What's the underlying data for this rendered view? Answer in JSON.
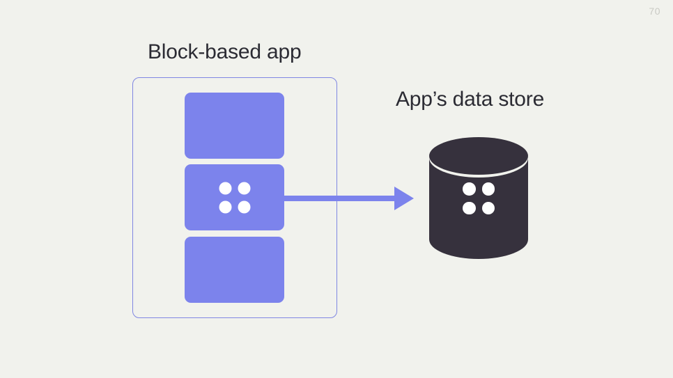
{
  "slide": {
    "page_number": "70",
    "background_color": "#f1f2ed"
  },
  "diagram": {
    "title_left": "Block-based app",
    "title_right": "App’s data store",
    "app_container": {
      "name": "block-based-app-boundary",
      "border_color": "#7f86e2",
      "blocks": [
        {
          "label": "",
          "has_dots": false
        },
        {
          "label": "",
          "has_dots": true
        },
        {
          "label": "",
          "has_dots": false
        }
      ],
      "block_color": "#7c83ec"
    },
    "connector": {
      "icon": "arrow-right-icon",
      "color": "#7c83ec",
      "direction": "left-to-right"
    },
    "data_store": {
      "icon": "database-cylinder-icon",
      "color": "#36313d",
      "dot_color": "#ffffff",
      "dot_count": 4
    }
  },
  "colors": {
    "accent_purple": "#7c83ec",
    "border_purple": "#7f86e2",
    "dark_charcoal": "#36313d",
    "text_dark": "#2b2b33",
    "page_number_gray": "#c9cac4",
    "background": "#f1f2ed"
  }
}
